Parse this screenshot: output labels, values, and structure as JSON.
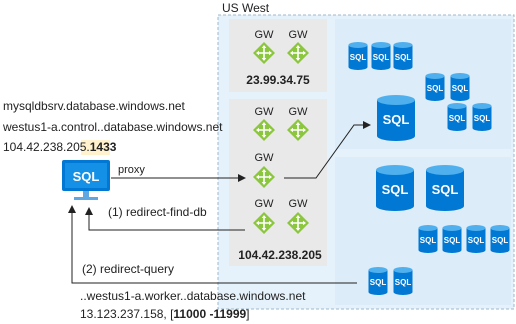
{
  "region": {
    "label": "US West"
  },
  "gateway_groups": [
    {
      "ip": "23.99.34.75",
      "nodes": [
        "GW",
        "GW"
      ]
    },
    {
      "ip": "104.42.238.205",
      "nodes": [
        "GW",
        "GW",
        "GW",
        "GW",
        "GW"
      ]
    }
  ],
  "client": {
    "hostname": "mysqldbsrv.database.windows.net",
    "control_host": "westus1-a.control..database.windows.net",
    "ip_prefix": "104.42.238.205.",
    "port": "1433",
    "icon_label": "SQL"
  },
  "arrows": {
    "proxy": "proxy",
    "redirect_find_db": "(1) redirect-find-db",
    "redirect_query": "(2) redirect-query"
  },
  "worker": {
    "host": "..westus1-a.worker..database.windows.net",
    "ip_prefix": "13.123.237.158, [",
    "port_range": "11000 -11999",
    "ip_suffix": "]"
  },
  "db_label": "SQL",
  "colors": {
    "region_bg": "#e6f2fb",
    "gateway_panel": "#e9e9e9",
    "gw_icon": "#8cc63f",
    "db_blue": "#0078d4",
    "db_top": "#50b0ee",
    "port_highlight": "#fff2cc"
  }
}
